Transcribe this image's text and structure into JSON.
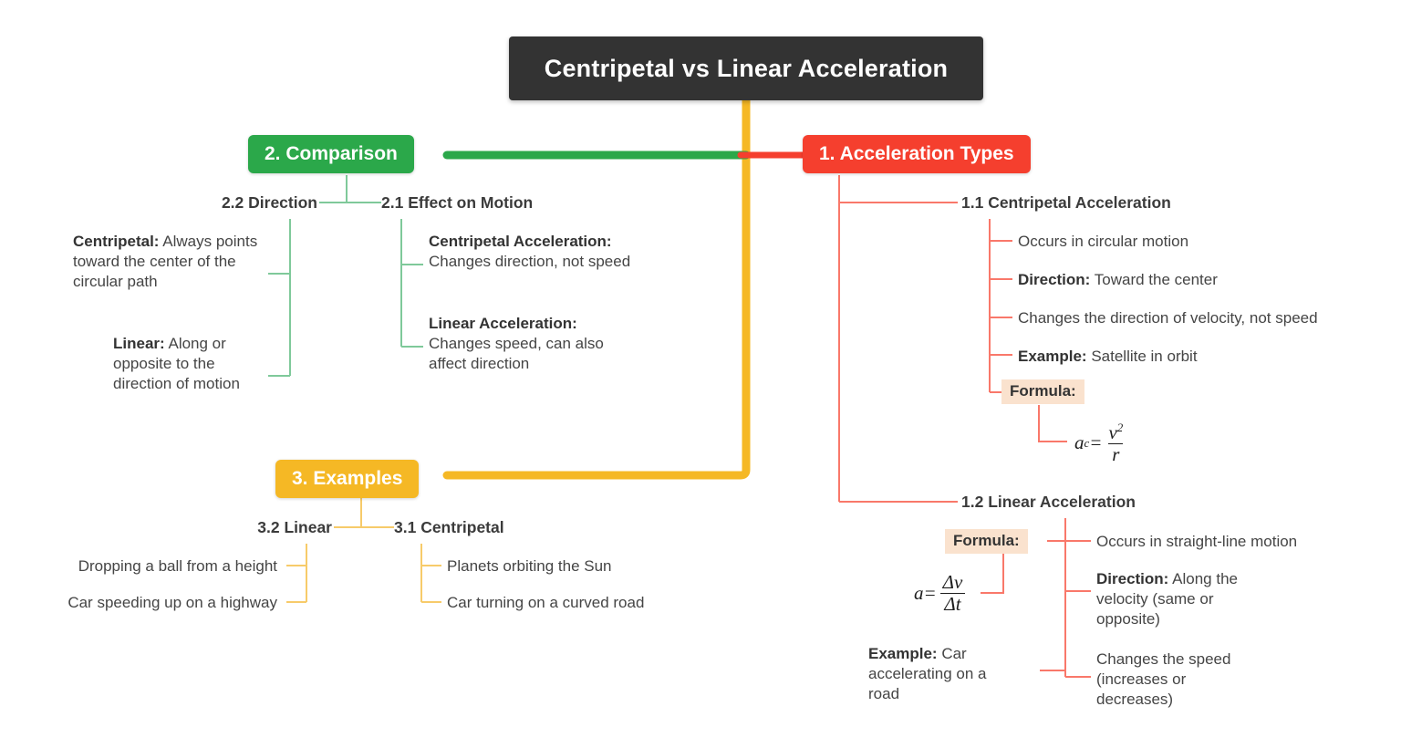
{
  "root": {
    "title": "Centripetal vs Linear Acceleration"
  },
  "colors": {
    "root_bg": "#333333",
    "red": "#f53f2e",
    "green": "#2ba84a",
    "yellow": "#f5b825",
    "chip_bg": "#fae2ce",
    "text": "#454545"
  },
  "branches": {
    "acceleration_types": {
      "label": "1. Acceleration Types",
      "children": {
        "centripetal": {
          "label": "1.1 Centripetal Acceleration",
          "items": [
            {
              "lead": "",
              "text": "Occurs in circular motion"
            },
            {
              "lead": "Direction:",
              "text": "Toward the center"
            },
            {
              "lead": "",
              "text": "Changes the direction of velocity, not speed"
            },
            {
              "lead": "Example:",
              "text": "Satellite in orbit"
            }
          ],
          "formula_label": "Formula:",
          "formula": {
            "lhs": "a",
            "lhs_sub": "c",
            "op": "=",
            "num": "v",
            "num_sup": "2",
            "den": "r"
          }
        },
        "linear": {
          "label": "1.2 Linear Acceleration",
          "formula_label": "Formula:",
          "formula": {
            "lhs": "a",
            "op": "=",
            "num": "Δv",
            "den": "Δt"
          },
          "example": {
            "lead": "Example:",
            "text": "Car accelerating on a road"
          },
          "items": [
            {
              "lead": "",
              "text": "Occurs in straight-line motion"
            },
            {
              "lead": "Direction:",
              "text": "Along the velocity (same or opposite)"
            },
            {
              "lead": "",
              "text": "Changes the speed (increases or decreases)"
            }
          ]
        }
      }
    },
    "comparison": {
      "label": "2. Comparison",
      "children": {
        "effect_on_motion": {
          "label": "2.1 Effect on Motion",
          "items": [
            {
              "lead": "Centripetal Acceleration:",
              "text": "Changes direction, not speed"
            },
            {
              "lead": "Linear Acceleration:",
              "text": "Changes speed, can also affect direction"
            }
          ]
        },
        "direction": {
          "label": "2.2 Direction",
          "items": [
            {
              "lead": "Centripetal:",
              "text": "Always points toward the center of the circular path"
            },
            {
              "lead": "Linear:",
              "text": "Along or opposite to the direction of motion"
            }
          ]
        }
      }
    },
    "examples": {
      "label": "3. Examples",
      "children": {
        "centripetal": {
          "label": "3.1 Centripetal",
          "items": [
            {
              "text": "Planets orbiting the Sun"
            },
            {
              "text": "Car turning on a curved road"
            }
          ]
        },
        "linear": {
          "label": "3.2 Linear",
          "items": [
            {
              "text": "Dropping a ball from a height"
            },
            {
              "text": "Car speeding up on a highway"
            }
          ]
        }
      }
    }
  }
}
